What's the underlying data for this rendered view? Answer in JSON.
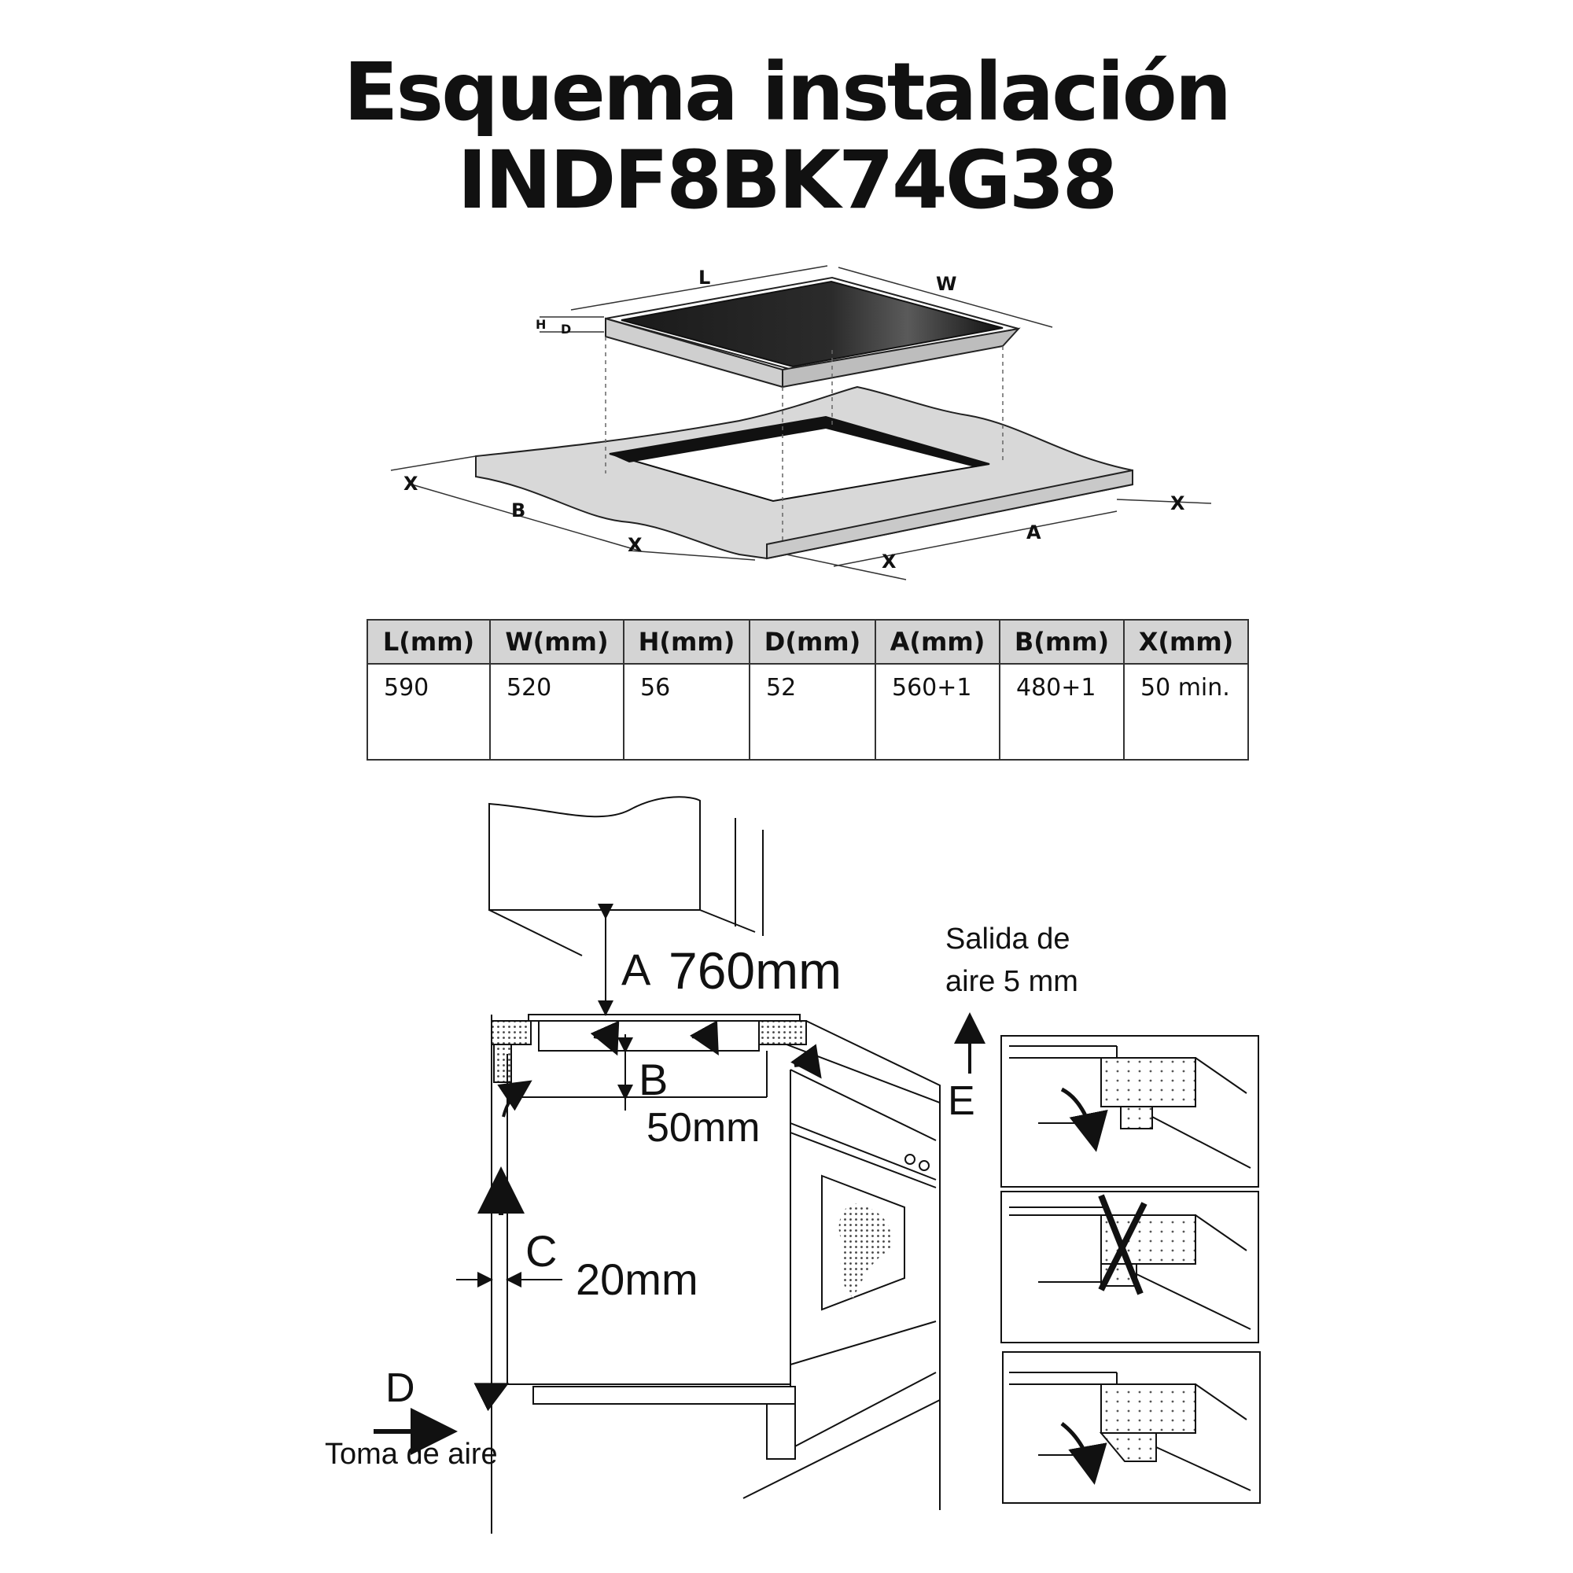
{
  "header": {
    "title": "Esquema instalación",
    "model": "INDF8BK74G38"
  },
  "top_diagram": {
    "labels": {
      "L": "L",
      "W": "W",
      "H": "H",
      "D": "D",
      "X": "X",
      "A": "A",
      "B": "B"
    }
  },
  "spec_table": {
    "headers": [
      "L(mm)",
      "W(mm)",
      "H(mm)",
      "D(mm)",
      "A(mm)",
      "B(mm)",
      "X(mm)"
    ],
    "values": [
      "590",
      "520",
      "56",
      "52",
      "560+1",
      "480+1",
      "50 min."
    ]
  },
  "side_diagram": {
    "a_letter": "A",
    "a_value": "760mm",
    "b_letter": "B",
    "b_value": "50mm",
    "c_letter": "C",
    "c_value": "20mm",
    "d_letter": "D",
    "d_caption": "Toma de aire",
    "e_letter": "E",
    "e_caption_line1": "Salida de",
    "e_caption_line2": "aire 5 mm"
  }
}
